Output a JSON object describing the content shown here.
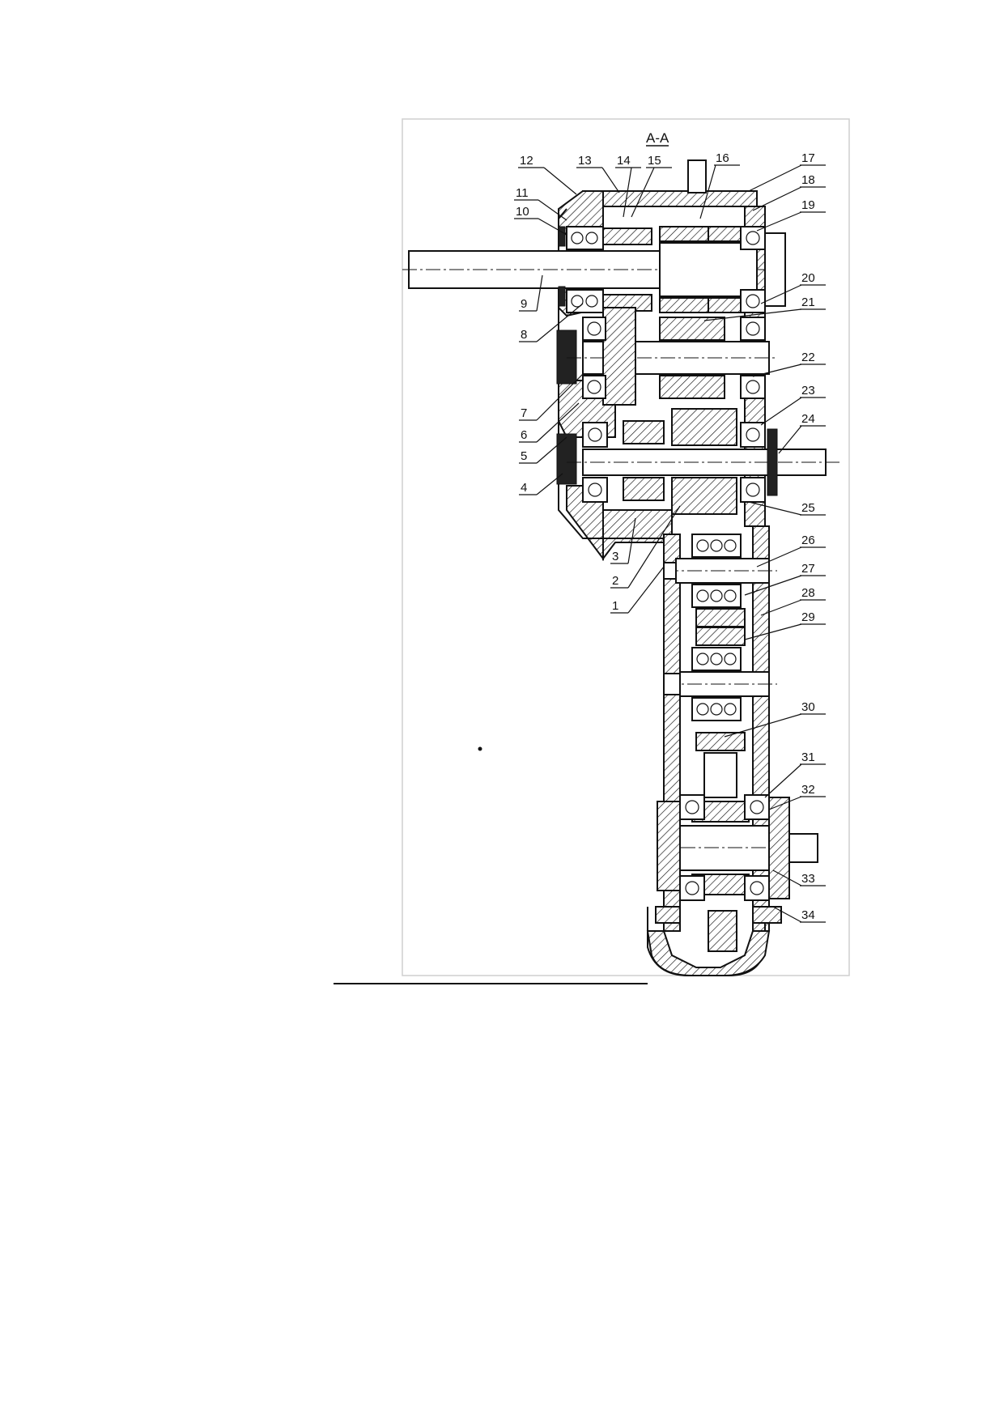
{
  "drawing": {
    "section_title": "A-A",
    "callouts": [
      "1",
      "2",
      "3",
      "4",
      "5",
      "6",
      "7",
      "8",
      "9",
      "10",
      "11",
      "12",
      "13",
      "14",
      "15",
      "16",
      "17",
      "18",
      "19",
      "20",
      "21",
      "22",
      "23",
      "24",
      "25",
      "26",
      "27",
      "28",
      "29",
      "30",
      "31",
      "32",
      "33",
      "34"
    ]
  }
}
